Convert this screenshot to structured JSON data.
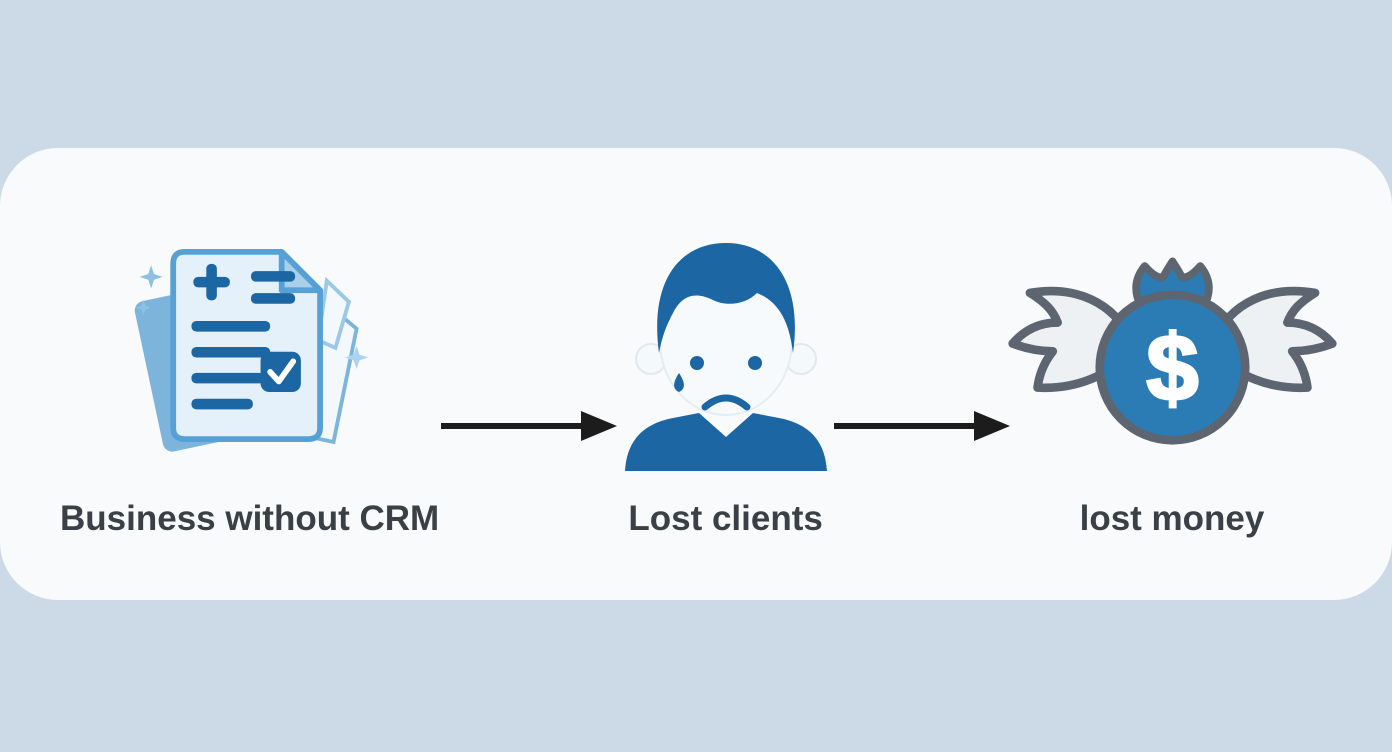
{
  "scene": {
    "title": "Business without CRM flow diagram",
    "steps": [
      {
        "id": "business-without-crm",
        "label": "Business without CRM",
        "icon": "documents-icon"
      },
      {
        "id": "lost-clients",
        "label": "Lost clients",
        "icon": "sad-client-icon"
      },
      {
        "id": "lost-money",
        "label": "lost money",
        "icon": "winged-money-bag-icon"
      }
    ],
    "symbols": {
      "dollar": "$"
    },
    "colors": {
      "page_background": "#ccdae7",
      "card_background": "#f8fafb",
      "primary_blue": "#1b66a3",
      "bag_blue": "#2b7cb5",
      "light_blue": "#7cb4dc",
      "pale_blue": "#e4f1fa",
      "fold_blue": "#a9cfe9",
      "outline_gray": "#5d6670",
      "wing_fill": "#edf1f4",
      "text_color": "#3a4046",
      "arrow_color": "#1c1c1c"
    }
  }
}
